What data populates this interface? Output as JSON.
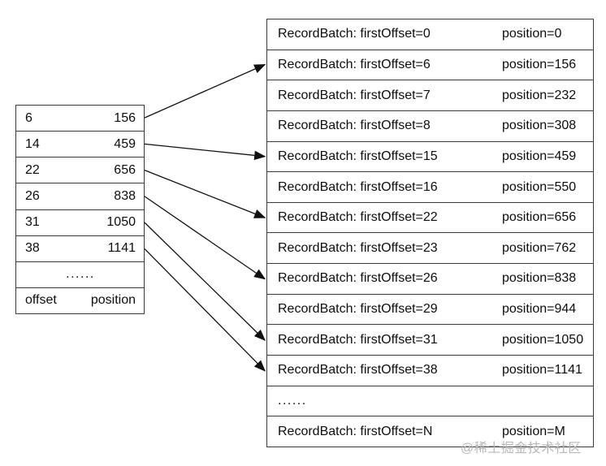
{
  "page": {
    "background": "#ffffff",
    "border_color": "#3a3a3a",
    "arrow_color": "#111111",
    "text_color": "#0d0d0d",
    "watermark_color": "#b6b6b6"
  },
  "index_table": {
    "rows": [
      {
        "offset": "6",
        "position": "156"
      },
      {
        "offset": "14",
        "position": "459"
      },
      {
        "offset": "22",
        "position": "656"
      },
      {
        "offset": "26",
        "position": "838"
      },
      {
        "offset": "31",
        "position": "1050"
      },
      {
        "offset": "38",
        "position": "1141"
      }
    ],
    "ellipsis_row": "......",
    "header_row": {
      "offset_label": "offset",
      "position_label": "position"
    }
  },
  "log_table": {
    "rows": [
      {
        "record": "RecordBatch: firstOffset=0",
        "position": "position=0"
      },
      {
        "record": "RecordBatch: firstOffset=6",
        "position": "position=156"
      },
      {
        "record": "RecordBatch: firstOffset=7",
        "position": "position=232"
      },
      {
        "record": "RecordBatch: firstOffset=8",
        "position": "position=308"
      },
      {
        "record": "RecordBatch: firstOffset=15",
        "position": "position=459"
      },
      {
        "record": "RecordBatch: firstOffset=16",
        "position": "position=550"
      },
      {
        "record": "RecordBatch: firstOffset=22",
        "position": "position=656"
      },
      {
        "record": "RecordBatch: firstOffset=23",
        "position": "position=762"
      },
      {
        "record": "RecordBatch: firstOffset=26",
        "position": "position=838"
      },
      {
        "record": "RecordBatch: firstOffset=29",
        "position": "position=944"
      },
      {
        "record": "RecordBatch: firstOffset=31",
        "position": "position=1050"
      },
      {
        "record": "RecordBatch: firstOffset=38",
        "position": "position=1141"
      },
      {
        "record": "......",
        "position": ""
      },
      {
        "record": "RecordBatch: firstOffset=N",
        "position": "position=M"
      }
    ]
  },
  "arrows": [
    {
      "from_index_row": 0,
      "to_log_row": 1
    },
    {
      "from_index_row": 1,
      "to_log_row": 4
    },
    {
      "from_index_row": 2,
      "to_log_row": 6
    },
    {
      "from_index_row": 3,
      "to_log_row": 8
    },
    {
      "from_index_row": 4,
      "to_log_row": 10
    },
    {
      "from_index_row": 5,
      "to_log_row": 11
    }
  ],
  "watermark": "@稀土掘金技术社区"
}
